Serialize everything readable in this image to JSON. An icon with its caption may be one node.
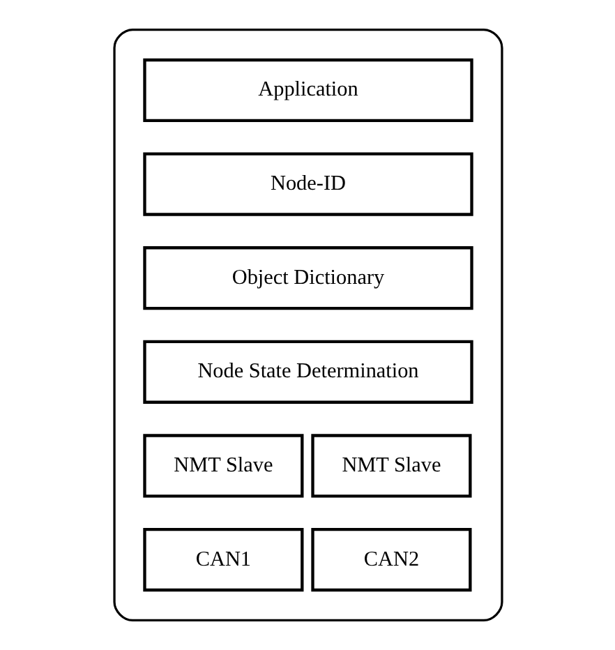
{
  "diagram": {
    "nodes": [
      {
        "text": [],
        "shape": "box"
      },
      {
        "text": [
          "Application"
        ],
        "in": 0
      },
      {
        "text": [
          "Node-ID"
        ],
        "in": 0
      },
      {
        "text": [
          "Object Dictionary"
        ],
        "in": 0
      },
      {
        "text": [
          "Node State Determination"
        ],
        "in": 0
      },
      {
        "text": [
          "NMT Slave"
        ],
        "in": 0
      },
      {
        "text": [
          "NMT Slave"
        ],
        "in": 0
      },
      {
        "text": [
          "CAN1"
        ],
        "in": 0
      },
      {
        "text": [
          "CAN2"
        ],
        "in": 0
      }
    ]
  }
}
